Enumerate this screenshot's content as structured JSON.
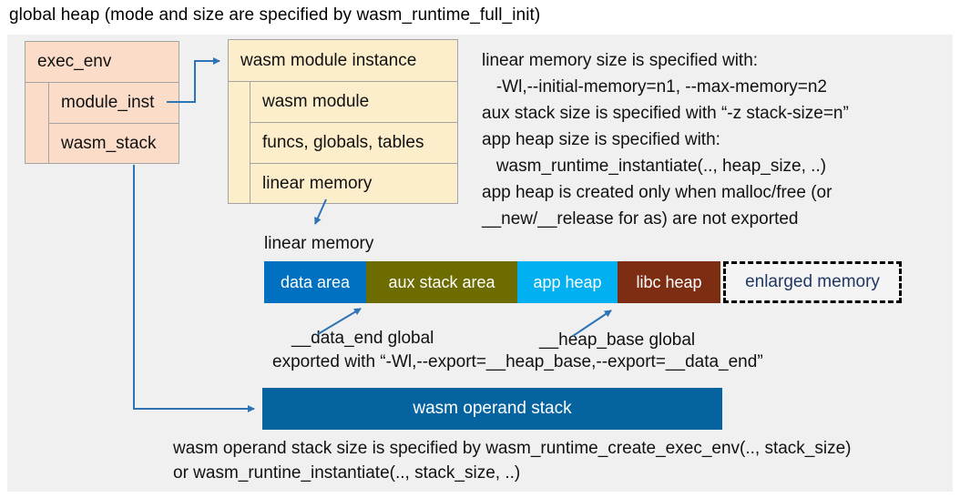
{
  "title": "global heap (mode and size are specified by wasm_runtime_full_init)",
  "exec_env_box": {
    "header": "exec_env",
    "rows": [
      "module_inst",
      "wasm_stack"
    ]
  },
  "module_instance_box": {
    "header": "wasm module instance",
    "rows": [
      "wasm module",
      "funcs, globals, tables",
      "linear memory"
    ]
  },
  "notes_right": {
    "lines": [
      "linear memory size is specified with:",
      "   -Wl,--initial-memory=n1, --max-memory=n2",
      "aux stack size is specified with “-z stack-size=n”",
      "app heap size is specified with:",
      "   wasm_runtime_instantiate(.., heap_size, ..)",
      "app heap is created only when malloc/free (or",
      "__new/__release for as) are not exported"
    ]
  },
  "linear_memory": {
    "label": "linear memory",
    "segments": [
      {
        "label": "data area",
        "color": "#0070C0",
        "text_color": "#FFFFFF"
      },
      {
        "label": "aux stack area",
        "color": "#6C6C00",
        "text_color": "#FFFFFF"
      },
      {
        "label": "app heap",
        "color": "#00B0F0",
        "text_color": "#FFFFFF"
      },
      {
        "label": "libc heap",
        "color": "#7C2D12",
        "text_color": "#FFFFFF"
      },
      {
        "label": "enlarged memory",
        "color": "#F4F4F4",
        "text_color": "#1F3864",
        "style": "dashed"
      }
    ]
  },
  "annotations": {
    "data_end": "__data_end global",
    "heap_base": "__heap_base global",
    "exported": "exported with “-Wl,--export=__heap_base,--export=__data_end”"
  },
  "operand_stack": {
    "label": "wasm operand stack",
    "color": "#0563A0"
  },
  "footer_lines": [
    "wasm operand stack size is specified by wasm_runtime_create_exec_env(.., stack_size)",
    "or wasm_runtine_instantiate(.., stack_size, ..)"
  ],
  "colors": {
    "panel_bg": "#F0F0F1",
    "exec_env_fill": "#FBDCC8",
    "module_instance_fill": "#FCEECB",
    "box_border": "#A3A3A3",
    "arrow": "#2E74B5",
    "enlarged_text": "#1F3864"
  }
}
